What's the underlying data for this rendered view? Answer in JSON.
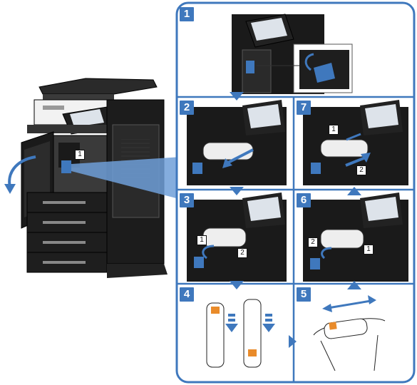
{
  "steps": [
    {
      "number": "1"
    },
    {
      "number": "2"
    },
    {
      "number": "3"
    },
    {
      "number": "4"
    },
    {
      "number": "5"
    },
    {
      "number": "6"
    },
    {
      "number": "7"
    }
  ],
  "markers": {
    "one": "1",
    "two": "2"
  },
  "colors": {
    "accent_blue": "#3f78bd",
    "panel_border": "#3f78bd",
    "machine_dark": "#1a1a1a",
    "callout_blue": "#6f9fd8"
  },
  "icons": [
    "open-door-arrow-icon",
    "push-arrow-icon",
    "pull-arrow-icon",
    "shake-arrow-icon",
    "down-arrow-icon",
    "flow-arrow-icon"
  ]
}
